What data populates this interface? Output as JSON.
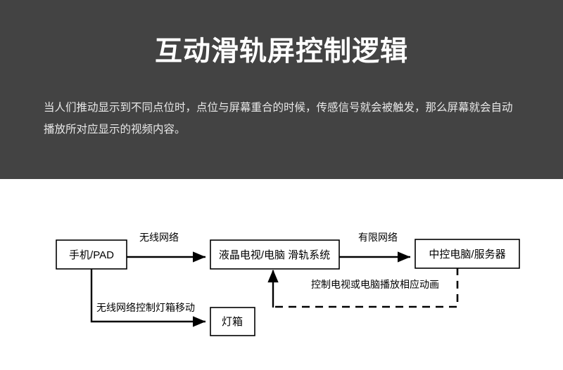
{
  "banner": {
    "title": "互动滑轨屏控制逻辑",
    "body": "当人们推动显示到不同点位时，点位与屏幕重合的时候，传感信号就会被触发，那么屏幕就会自动播放所对应显示的视频内容。",
    "background_color": "#434343",
    "title_color": "#ffffff",
    "body_color": "#e9e9e9"
  },
  "diagram": {
    "type": "flowchart",
    "background_color": "#ffffff",
    "line_color": "#000000",
    "nodes": [
      {
        "id": "phone",
        "label": "手机/PAD"
      },
      {
        "id": "tv",
        "label": "液晶电视/电脑 滑轨系统"
      },
      {
        "id": "server",
        "label": "中控电脑/服务器"
      },
      {
        "id": "lightbox",
        "label": "灯箱"
      }
    ],
    "edges": [
      {
        "id": "phone-to-tv",
        "label": "无线网络",
        "from": "phone",
        "to": "tv",
        "style": "solid"
      },
      {
        "id": "tv-to-server",
        "label": "有限网络",
        "from": "tv",
        "to": "server",
        "style": "solid"
      },
      {
        "id": "phone-to-lightbox",
        "label": "无线网络控制灯箱移动",
        "from": "phone",
        "to": "lightbox",
        "style": "solid"
      },
      {
        "id": "server-to-tv",
        "label": "控制电视或电脑播放相应动画",
        "from": "server",
        "to": "tv",
        "style": "dashed"
      }
    ]
  }
}
